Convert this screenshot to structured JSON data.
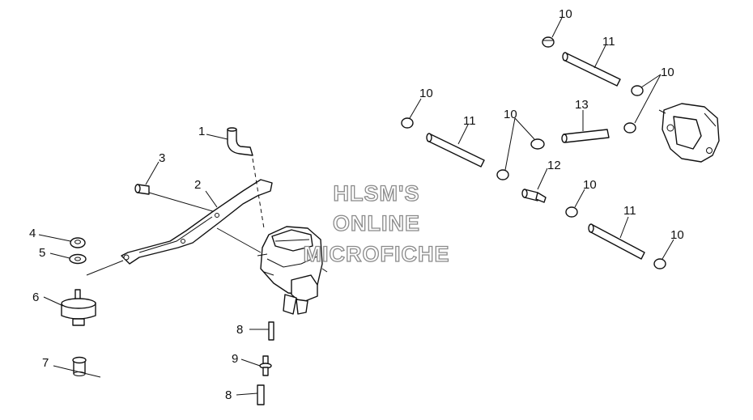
{
  "watermark": {
    "line1": "HLSM'S",
    "line2": "ONLINE",
    "line3": "MICROFICHE"
  },
  "callouts": {
    "c1": "1",
    "c2": "2",
    "c3": "3",
    "c4": "4",
    "c5": "5",
    "c6": "6",
    "c7": "7",
    "c8a": "8",
    "c8b": "8",
    "c9": "9",
    "c10a": "10",
    "c10b": "10",
    "c10c": "10",
    "c10d": "10",
    "c10e": "10",
    "c10f": "10",
    "c11a": "11",
    "c11b": "11",
    "c11c": "11",
    "c12": "12",
    "c13": "13"
  }
}
